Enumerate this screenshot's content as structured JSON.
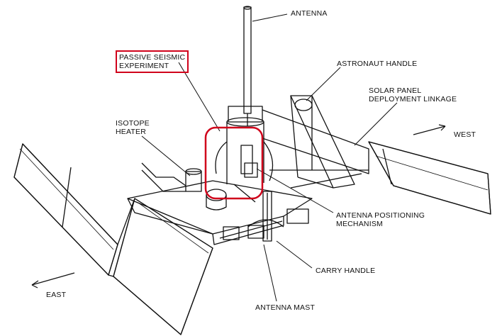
{
  "labels": {
    "antenna": "ANTENNA",
    "passive_seismic": [
      "PASSIVE SEISMIC",
      "EXPERIMENT"
    ],
    "astronaut_handle": "ASTRONAUT HANDLE",
    "solar_panel_linkage": [
      "SOLAR PANEL",
      "DEPLOYMENT LINKAGE"
    ],
    "isotope_heater": [
      "ISOTOPE",
      "HEATER"
    ],
    "west": "WEST",
    "antenna_positioning": [
      "ANTENNA POSITIONING",
      "MECHANISM"
    ],
    "carry_handle": "CARRY HANDLE",
    "east": "EAST",
    "antenna_mast": "ANTENNA MAST"
  },
  "colors": {
    "highlight": "#d0021b",
    "ink": "#111111"
  }
}
